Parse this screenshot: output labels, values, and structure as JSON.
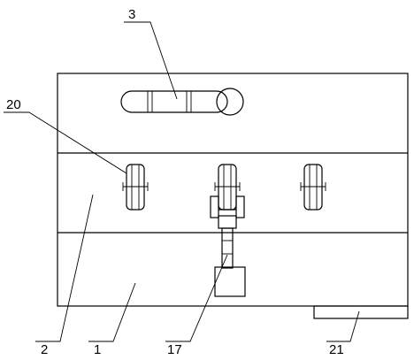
{
  "labels": {
    "part_1": "1",
    "part_2": "2",
    "part_3": "3",
    "part_17": "17",
    "part_20": "20",
    "part_21": "21"
  }
}
